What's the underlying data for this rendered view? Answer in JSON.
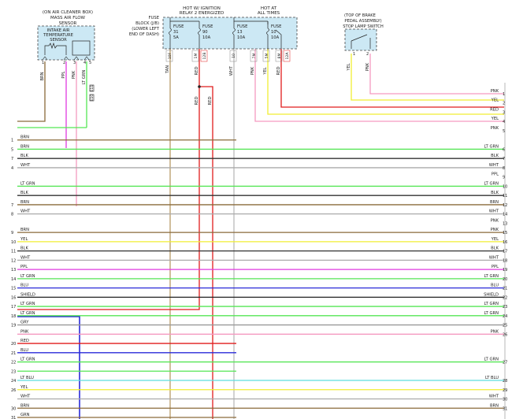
{
  "header": {
    "maf_line1": "(ON AIR CLEANER BOX)",
    "maf_line2": "MASS AIR FLOW",
    "maf_line3": "SENSOR",
    "iat_line1": "INTAKE AIR",
    "iat_line2": "TEMPERATURE",
    "iat_line3": "SENSOR",
    "ign_line1": "HOT W/ IGNITION",
    "ign_line2": "RELAY 2 ENERGIZED",
    "hot_line1": "HOT AT",
    "hot_line2": "ALL TIMES",
    "fb_line1": "FUSE",
    "fb_line2": "BLOCK (J/B)",
    "fb_line3": "(LOWER LEFT",
    "fb_line4": "END OF DASH)",
    "brake_line1": "(TOP OF BRAKE",
    "brake_line2": "PEDAL ASSEMBLY)",
    "brake_line3": "STOP LAMP SWITCH"
  },
  "maf_pins": [
    "1",
    "2",
    "3",
    "4",
    "5"
  ],
  "fuses": [
    {
      "title": "FUSE",
      "num": "31",
      "amp": "5A"
    },
    {
      "title": "FUSE",
      "num": "90",
      "amp": "10A"
    },
    {
      "title": "FUSE",
      "num": "13",
      "amp": "10A"
    },
    {
      "title": "FUSE",
      "num": "10",
      "amp": "10A"
    }
  ],
  "fuse_pins": [
    "10F",
    "1M",
    "12B",
    "10",
    "7M",
    "5M",
    "8M",
    "12A"
  ],
  "brake_pins": [
    "1",
    "2"
  ],
  "vertical_wire_labels": {
    "maf": [
      "BRN",
      "PPL",
      "PNK",
      "LT GRN"
    ],
    "fuse": [
      "TAN",
      "RED",
      "WHT",
      "PNK",
      "YEL",
      "RED"
    ],
    "brake": [
      "YEL",
      "PNK"
    ],
    "lower_red": [
      "RED",
      "RED"
    ],
    "splice_cut": [
      "E11",
      "E10"
    ]
  },
  "rows": [
    {
      "lp": "",
      "l": "",
      "r": "PNK",
      "rp": "1",
      "color": "#f59ac0"
    },
    {
      "lp": "",
      "l": "",
      "r": "YEL",
      "rp": "2",
      "color": "#f0ee32"
    },
    {
      "lp": "",
      "l": "",
      "r": "RED",
      "rp": "3",
      "color": "#e01c1c"
    },
    {
      "lp": "",
      "l": "",
      "r": "YEL",
      "rp": "4",
      "color": "#f0ee32"
    },
    {
      "lp": "",
      "l": "",
      "r": "PNK",
      "rp": "5",
      "color": "#f59ac0"
    },
    {
      "lp": "1",
      "l": "BRN",
      "r": "",
      "rp": "",
      "color": "#8a6a3a"
    },
    {
      "lp": "5",
      "l": "BRN",
      "r": "LT GRN",
      "rp": "6",
      "color": "#55e655"
    },
    {
      "lp": "7",
      "l": "BLK",
      "r": "BLK",
      "rp": "7",
      "color": "#333333"
    },
    {
      "lp": "4",
      "l": "WHT",
      "r": "WHT",
      "rp": "8",
      "color": "#aaaaaa"
    },
    {
      "lp": "",
      "l": "",
      "r": "PPL",
      "rp": "9",
      "color": "#e03ae0"
    },
    {
      "lp": "",
      "l": "LT GRN",
      "r": "LT GRN",
      "rp": "10",
      "color": "#55e655"
    },
    {
      "lp": "",
      "l": "BLK",
      "r": "BLK",
      "rp": "11",
      "color": "#333333"
    },
    {
      "lp": "7",
      "l": "BRN",
      "r": "BRN",
      "rp": "12",
      "color": "#8a6a3a"
    },
    {
      "lp": "8",
      "l": "WHT",
      "r": "WHT",
      "rp": "14",
      "color": "#aaaaaa"
    },
    {
      "lp": "",
      "l": "",
      "r": "PNK",
      "rp": "13",
      "color": "#f59ac0"
    },
    {
      "lp": "9",
      "l": "BRN",
      "r": "PNK",
      "rp": "15",
      "color": "#8a6a3a"
    },
    {
      "lp": "10",
      "l": "YEL",
      "r": "YEL",
      "rp": "16",
      "color": "#f0ee32"
    },
    {
      "lp": "11",
      "l": "BLK",
      "r": "BLK",
      "rp": "17",
      "color": "#333333"
    },
    {
      "lp": "12",
      "l": "WHT",
      "r": "WHT",
      "rp": "18",
      "color": "#aaaaaa"
    },
    {
      "lp": "13",
      "l": "PPL",
      "r": "PPL",
      "rp": "19",
      "color": "#e03ae0"
    },
    {
      "lp": "14",
      "l": "LT GRN",
      "r": "LT GRN",
      "rp": "20",
      "color": "#55e655"
    },
    {
      "lp": "15",
      "l": "BLU",
      "r": "BLU",
      "rp": "21",
      "color": "#2a2ad8"
    },
    {
      "lp": "16",
      "l": "SHIELD",
      "r": "SHIELD",
      "rp": "22",
      "color": "#222222"
    },
    {
      "lp": "17",
      "l": "LT GRN",
      "r": "LT GRN",
      "rp": "23",
      "color": "#55e655"
    },
    {
      "lp": "18",
      "l": "LT GRN",
      "r": "LT GRN",
      "rp": "24",
      "color": "#55e655"
    },
    {
      "lp": "19",
      "l": "GRY",
      "r": "",
      "rp": "25",
      "color": "#999999"
    },
    {
      "lp": "",
      "l": "PNK",
      "r": "PNK",
      "rp": "26",
      "color": "#f59ac0"
    },
    {
      "lp": "20",
      "l": "RED",
      "r": "",
      "rp": "",
      "color": "#e01c1c"
    },
    {
      "lp": "21",
      "l": "BLU",
      "r": "",
      "rp": "",
      "color": "#2a2ad8"
    },
    {
      "lp": "22",
      "l": "LT GRN",
      "r": "LT GRN",
      "rp": "27",
      "color": "#55e655"
    },
    {
      "lp": "23",
      "l": "",
      "r": "",
      "rp": "",
      "color": "#55e655"
    },
    {
      "lp": "24",
      "l": "LT BLU",
      "r": "LT BLU",
      "rp": "28",
      "color": "#5cdede"
    },
    {
      "lp": "26",
      "l": "YEL",
      "r": "",
      "rp": "29",
      "color": "#f0ee32"
    },
    {
      "lp": "",
      "l": "WHT",
      "r": "WHT",
      "rp": "30",
      "color": "#aaaaaa"
    },
    {
      "lp": "30",
      "l": "BRN",
      "r": "BRN",
      "rp": "31",
      "color": "#8a6a3a"
    },
    {
      "lp": "31",
      "l": "GRN",
      "r": "",
      "rp": "",
      "color": "#8a6a3a"
    }
  ]
}
